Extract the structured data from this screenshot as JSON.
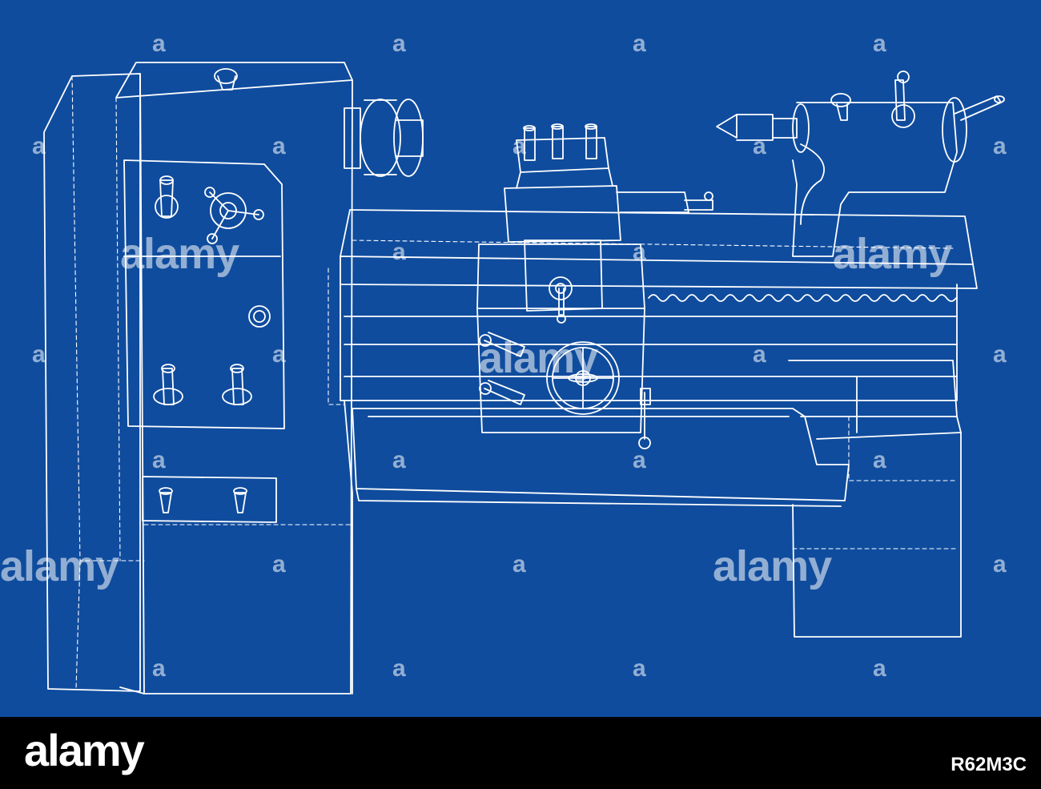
{
  "image": {
    "subject": "lathe-machine-wireframe",
    "background_color": "#0f4c9e",
    "line_color": "#ffffff"
  },
  "watermark": {
    "text": "alamy",
    "mark_glyph": "a"
  },
  "footer": {
    "logo_text": "alamy",
    "image_id": "R62M3C",
    "background_color": "#000000"
  }
}
